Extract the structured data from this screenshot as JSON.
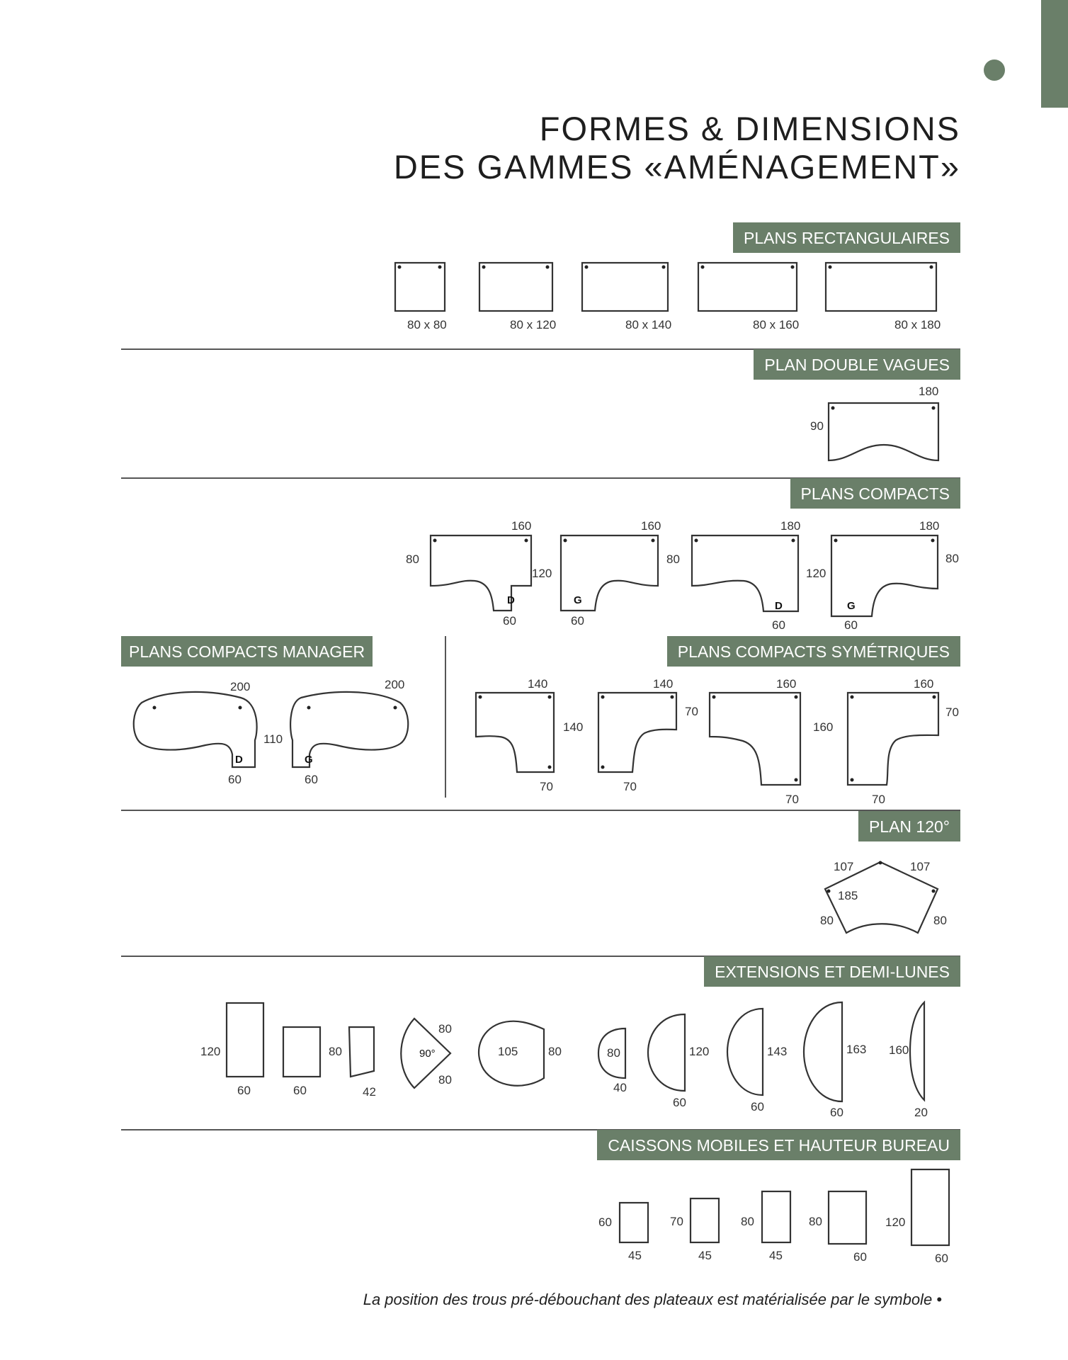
{
  "header": {
    "title_line1": "FORMES & DIMENSIONS",
    "title_line2": "DES GAMMES «AMÉNAGEMENT»",
    "accent_color": "#6a7f69"
  },
  "sections": {
    "rect": {
      "label": "PLANS RECTANGULAIRES",
      "items": [
        "80 x 80",
        "80 x 120",
        "80 x 140",
        "80 x 160",
        "80 x 180"
      ]
    },
    "double_vagues": {
      "label": "PLAN DOUBLE VAGUES",
      "dims": [
        "180",
        "90"
      ]
    },
    "compacts": {
      "label": "PLANS COMPACTS",
      "dims": [
        "160",
        "80",
        "120",
        "60",
        "D",
        "160",
        "80",
        "60",
        "G",
        "180",
        "120",
        "60",
        "D",
        "180",
        "80",
        "60",
        "G"
      ]
    },
    "manager": {
      "label": "PLANS COMPACTS MANAGER",
      "dims": [
        "200",
        "110",
        "60",
        "D",
        "200",
        "60",
        "G"
      ]
    },
    "symetriques": {
      "label": "PLANS COMPACTS SYMÉTRIQUES",
      "dims": [
        "140",
        "140",
        "70",
        "140",
        "70",
        "70",
        "160",
        "160",
        "70",
        "160",
        "70",
        "70"
      ]
    },
    "plan120": {
      "label": "PLAN 120°",
      "dims": [
        "107",
        "107",
        "185",
        "80",
        "80"
      ]
    },
    "extensions": {
      "label": "EXTENSIONS ET DEMI-LUNES",
      "dims": [
        "120",
        "60",
        "80",
        "60",
        "42",
        "80",
        "90°",
        "80",
        "105",
        "80",
        "80",
        "40",
        "120",
        "60",
        "143",
        "60",
        "163",
        "60",
        "160",
        "20"
      ]
    },
    "caissons": {
      "label": "CAISSONS MOBILES ET HAUTEUR BUREAU",
      "dims": [
        "60",
        "45",
        "70",
        "45",
        "80",
        "45",
        "80",
        "60",
        "120",
        "60"
      ]
    }
  },
  "footer": {
    "note": "La position des trous pré-débouchant des plateaux est matérialisée par le symbole •"
  }
}
